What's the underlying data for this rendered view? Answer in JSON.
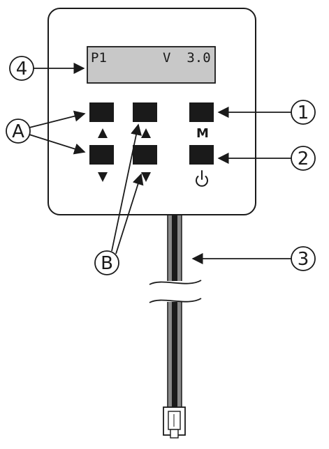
{
  "display": {
    "program": "P1",
    "version": "V  3.0"
  },
  "labels": {
    "mode_key": "M",
    "power_symbol": "power-icon"
  },
  "callouts": {
    "one": "1",
    "two": "2",
    "three": "3",
    "four": "4",
    "a": "A",
    "b": "B"
  },
  "colors": {
    "line": "#1a1a1a",
    "lcd": "#c8c8c8",
    "key": "#1a1a1a",
    "cable_outer": "#8a8a8a",
    "cable_inner": "#1a1a1a"
  }
}
